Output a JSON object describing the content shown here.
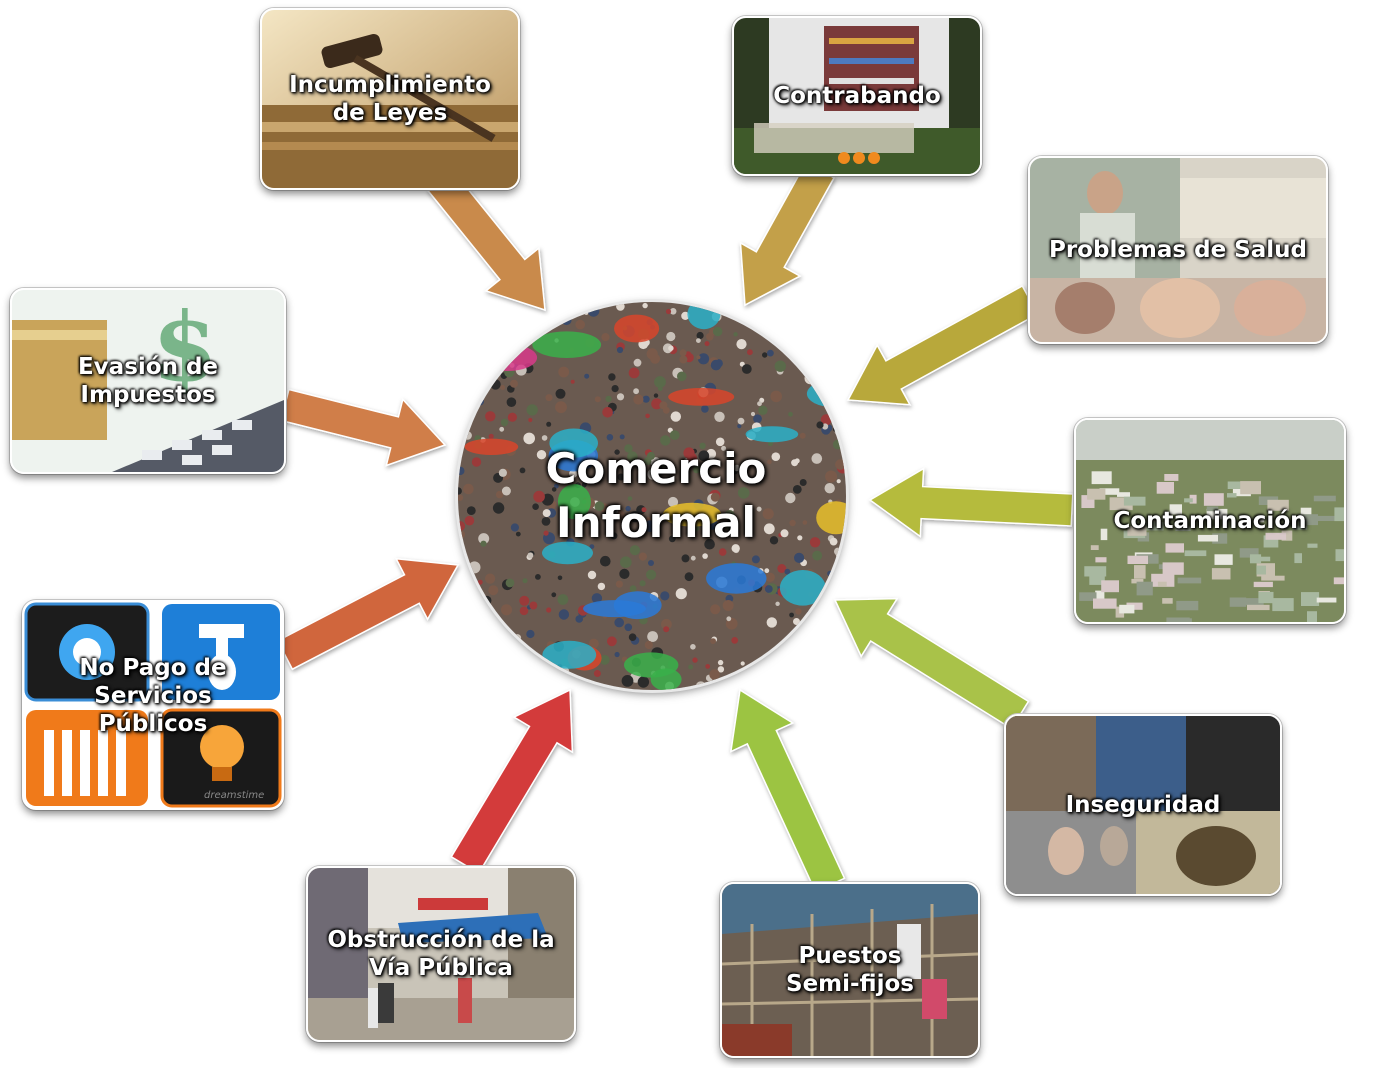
{
  "hub": {
    "label": "Comercio\nInformal"
  },
  "cards": {
    "leyes": {
      "label": "Incumplimiento\nde Leyes"
    },
    "contrabando": {
      "label": "Contrabando"
    },
    "salud": {
      "label": "Problemas de Salud"
    },
    "impuestos": {
      "label": "Evasión de\nImpuestos"
    },
    "contaminacion": {
      "label": "Contaminación"
    },
    "servicios": {
      "label": "No Pago de\nServicios\nPúblicos",
      "watermark": "dreamstime"
    },
    "inseguridad": {
      "label": "Inseguridad"
    },
    "obstruccion": {
      "label": "Obstrucción de la\nVía Pública"
    },
    "puestos": {
      "label": "Puestos\nSemi-fijos"
    }
  },
  "arrow_colors": {
    "leyes": "#c98a4b",
    "contrabando": "#c3a04a",
    "salud": "#b8a83a",
    "impuestos": "#d07e48",
    "contaminacion": "#b5bb3e",
    "servicios": "#d0663e",
    "inseguridad": "#a9c24a",
    "obstruccion": "#d33b3b",
    "puestos": "#9cc443"
  }
}
